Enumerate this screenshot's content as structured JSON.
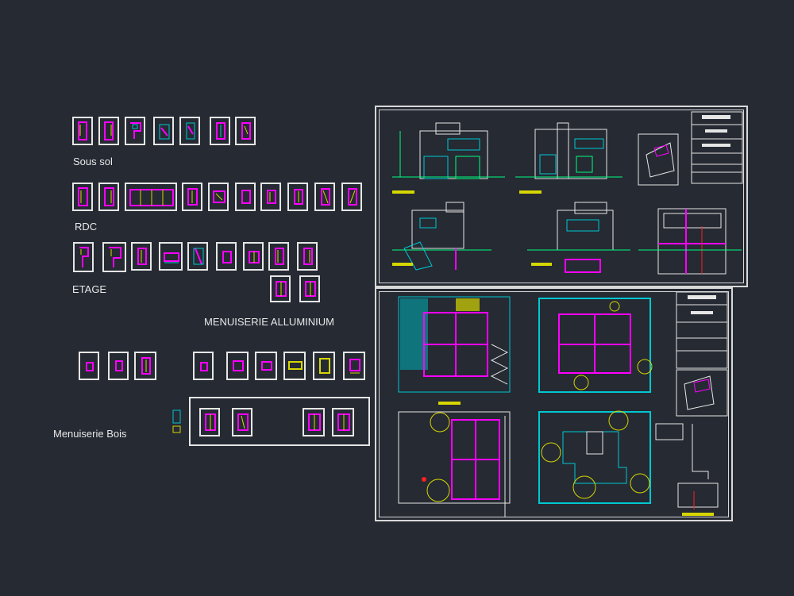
{
  "groups": {
    "sous_sol": "Sous sol",
    "rdc": "RDC",
    "etage": "ETAGE",
    "menuiserie_aluminium": "MENUISERIE ALLUMINIUM",
    "menuiserie_bois": "Menuiserie Bois"
  },
  "colors": {
    "background": "#252a33",
    "frame": "#e6e6e6",
    "magenta": "#ff00ff",
    "cyan": "#00c8d2",
    "yellow": "#d6d600",
    "green": "#00ff7f",
    "red": "#ff2020"
  }
}
